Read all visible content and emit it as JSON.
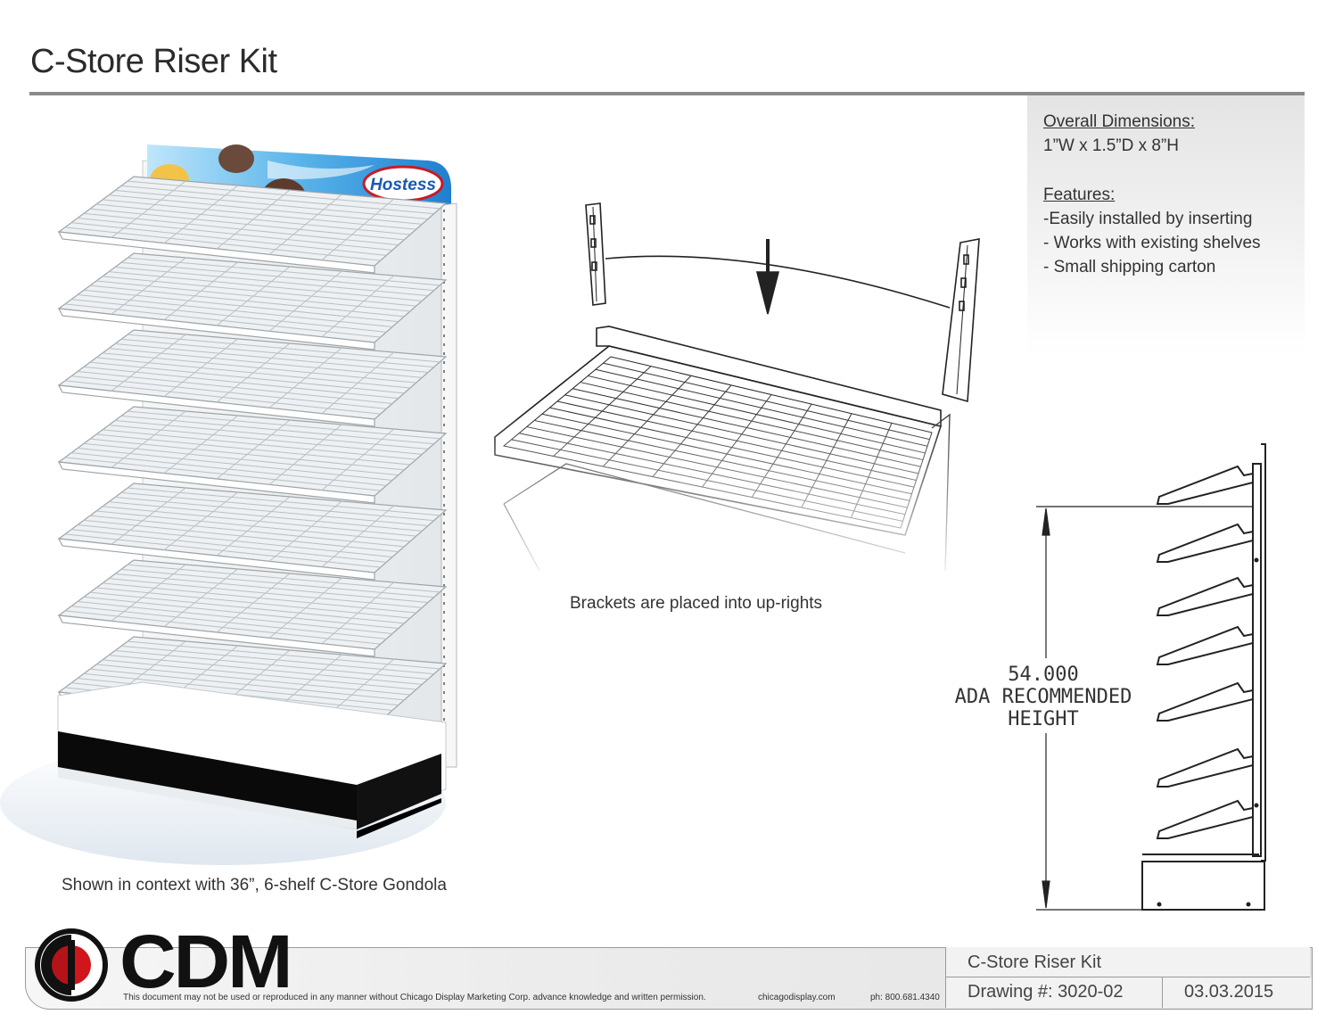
{
  "page": {
    "title": "C-Store Riser Kit"
  },
  "specs": {
    "dimensions_heading": "Overall Dimensions:",
    "dimensions_value": "1”W x 1.5”D x 8”H",
    "features_heading": "Features:",
    "features": [
      "-Easily installed by inserting",
      "- Works with existing shelves",
      "- Small shipping carton"
    ]
  },
  "gondola": {
    "caption": "Shown in context with 36”, 6-shelf C-Store Gondola",
    "brand_logo": "Hostess"
  },
  "bracket": {
    "caption": "Brackets are placed into up-rights"
  },
  "elevation": {
    "dimension_value": "54.000",
    "dimension_label_1": "ADA RECOMMENDED",
    "dimension_label_2": "HEIGHT"
  },
  "footer": {
    "company_logo": "CDM",
    "disclaimer": "This document may not be used or reproduced in any manner without Chicago Display Marketing Corp. advance knowledge and written permission.",
    "website": "chicagodisplay.com",
    "phone": "ph: 800.681.4340",
    "title_block_name": "C-Store Riser Kit",
    "drawing_number": "Drawing #: 3020-02",
    "date": "03.03.2015"
  },
  "colors": {
    "rule": "#8a8a8a",
    "logo_red": "#d0151b",
    "banner_blue": "#2f8fd8"
  }
}
